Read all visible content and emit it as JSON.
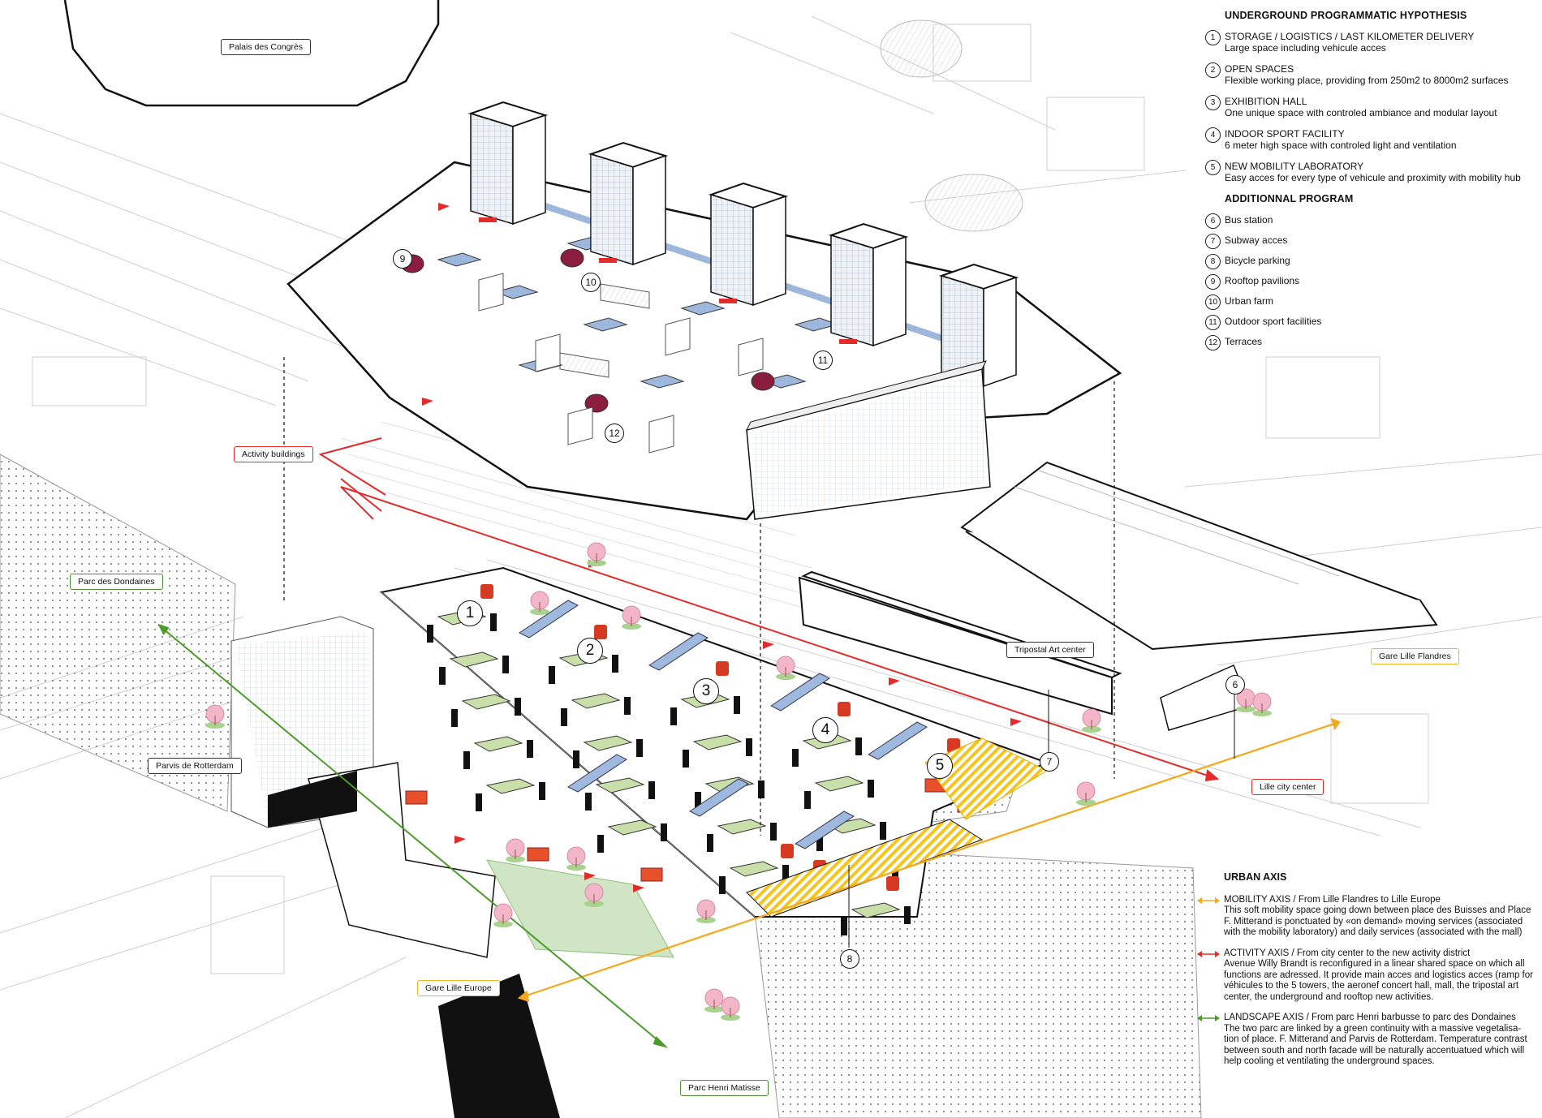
{
  "legend": {
    "title": "UNDERGROUND PROGRAMMATIC  HYPOTHESIS",
    "items": [
      {
        "num": "1",
        "title": "STORAGE / LOGISTICS / LAST KILOMETER DELIVERY",
        "desc": "Large space including vehicule acces"
      },
      {
        "num": "2",
        "title": "OPEN SPACES",
        "desc": "Flexible working place, providing from 250m2 to 8000m2 surfaces"
      },
      {
        "num": "3",
        "title": "EXHIBITION HALL",
        "desc": "One unique space with controled ambiance and modular layout"
      },
      {
        "num": "4",
        "title": "INDOOR SPORT FACILITY",
        "desc": "6 meter high space with controled light and ventilation"
      },
      {
        "num": "5",
        "title": "NEW MOBILITY LABORATORY",
        "desc": "Easy acces for every type of vehicule and proximity with mobility hub"
      }
    ],
    "additional_title": "ADDITIONNAL PROGRAM",
    "additional": [
      {
        "num": "6",
        "label": "Bus station"
      },
      {
        "num": "7",
        "label": "Subway acces"
      },
      {
        "num": "8",
        "label": "Bicycle parking"
      },
      {
        "num": "9",
        "label": "Rooftop pavilions"
      },
      {
        "num": "10",
        "label": "Urban farm"
      },
      {
        "num": "11",
        "label": "Outdoor sport facilities"
      },
      {
        "num": "12",
        "label": "Terraces"
      }
    ]
  },
  "urban_axis": {
    "title": "URBAN AXIS",
    "axes": [
      {
        "color": "#f4a81c",
        "title": "MOBILITY AXIS / From Lille Flandres to Lille Europe",
        "desc": "This soft mobility space going down between place des Buisses and Place F. Mitterand  is ponctuated by «on demand» moving services (associated with the mobility laboratory) and daily services (associated with the mall)"
      },
      {
        "color": "#e32b2b",
        "title": "ACTIVITY AXIS / From city center to the new activity district",
        "desc": "Avenue Willy Brandt is reconfigured in a linear shared space on which all functions are adressed. It provide main acces and logistics acces (ramp for véhicules to the 5 towers, the aeronef concert hall, mall, the tripostal art center, the underground and rooftop new activities."
      },
      {
        "color": "#4c9a2a",
        "title": "LANDSCAPE AXIS / From parc Henri barbusse to parc des Dondaines",
        "desc": "The two parc are linked by a green continuity with a massive vegetalisa- tion of place. F. Mitterand and Parvis de Rotterdam. Temperature contrast between south and north facade will be naturally accentuatued which will help cooling et ventilating the underground spaces."
      }
    ]
  },
  "map_labels": {
    "palais": "Palais des Congrès",
    "activity_buildings": "Activity buildings",
    "parc_dondaines": "Parc des Dondaines",
    "parvis": "Parvis de Rotterdam",
    "tripostal": "Tripostal Art center",
    "gare_flandres": "Gare Lille Flandres",
    "lille_center": "Lille city center",
    "gare_europe": "Gare Lille Europe",
    "parc_matisse": "Parc Henri Matisse"
  },
  "map_numbers": {
    "n1": "1",
    "n2": "2",
    "n3": "3",
    "n4": "4",
    "n5": "5",
    "n6": "6",
    "n7": "7",
    "n8": "8",
    "n9": "9",
    "n10": "10",
    "n11": "11",
    "n12": "12"
  },
  "colors": {
    "activity": "#e32b2b",
    "mobility": "#f4a81c",
    "landscape": "#4c9a2a",
    "glass": "#9fb9de",
    "terrace": "#c9dfa9",
    "pavilion": "#8b1e3f",
    "tree": "#f2b6c8"
  }
}
